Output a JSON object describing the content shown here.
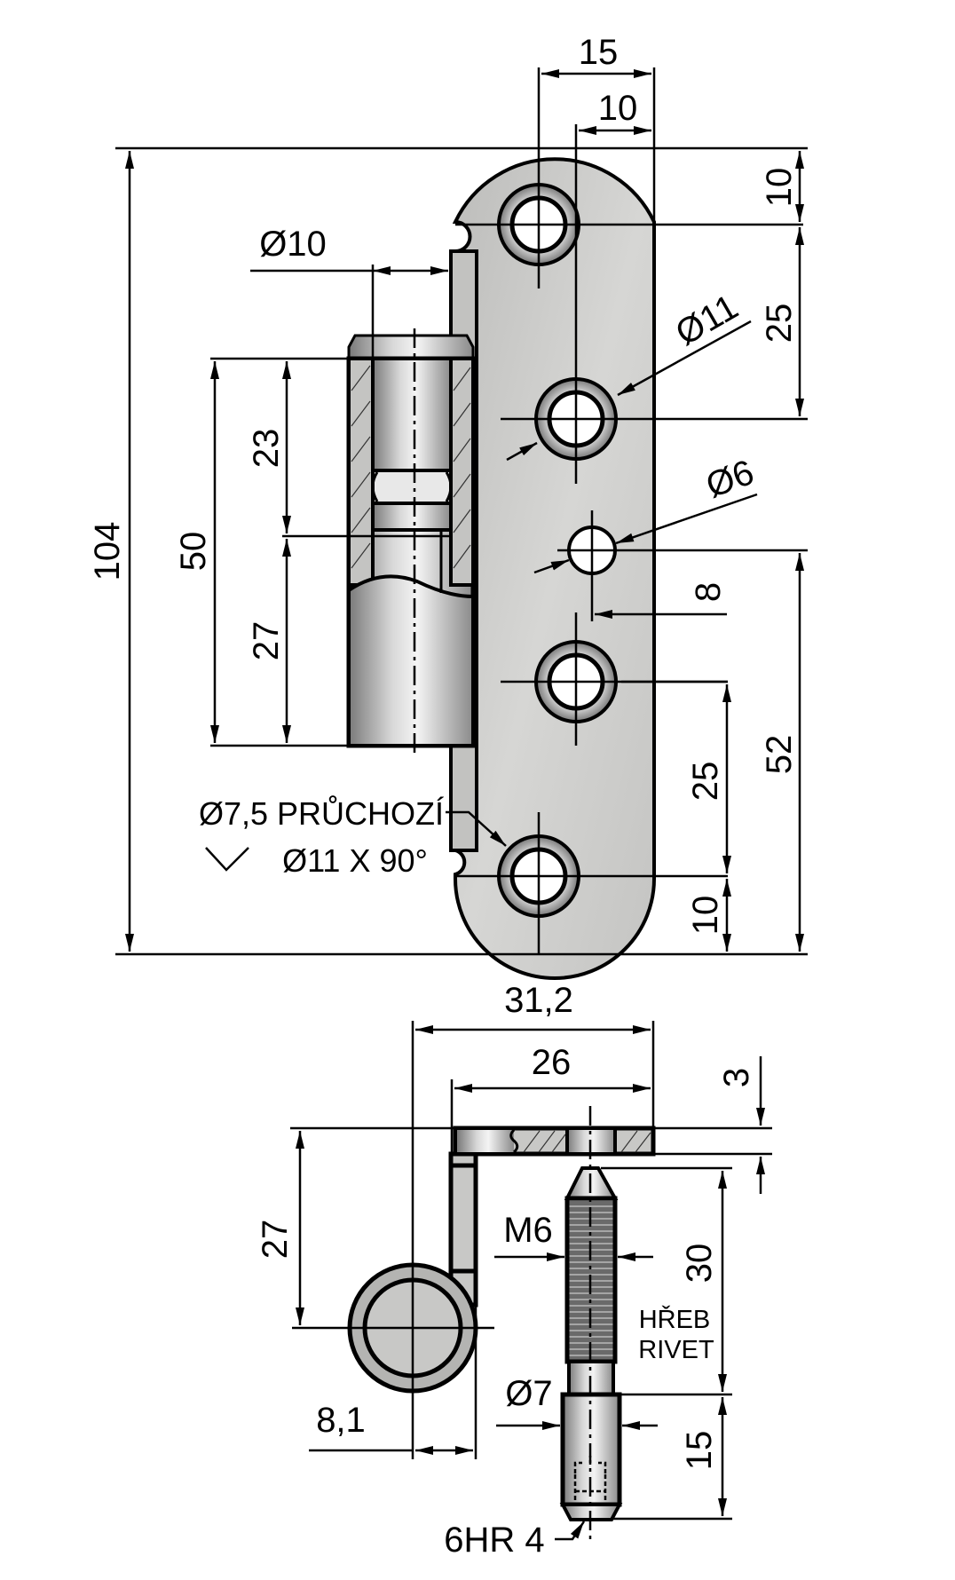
{
  "top_view": {
    "dims": {
      "overall_height": "104",
      "barrel_length": "50",
      "upper_part": "23",
      "lower_part": "27",
      "pin_diameter": "Ø10",
      "width_15": "15",
      "width_10": "10",
      "top_edge_10": "10",
      "hole_pitch_top": "25",
      "hole_diameter": "Ø11",
      "small_hole": "Ø6",
      "small_offset": "8",
      "hole_pitch_bottom": "25",
      "bottom_edge_10": "10",
      "height_52": "52"
    },
    "note_hole": "Ø7,5 PRŮCHOZÍ",
    "note_countersink": "Ø11 X 90°"
  },
  "side_view": {
    "dims": {
      "overall_width": "31,2",
      "plate_width": "26",
      "thickness": "3",
      "height_27": "27",
      "offset": "8,1",
      "thread": "M6",
      "thread_length": "30",
      "shank_diameter": "Ø7",
      "shank_length": "15"
    },
    "rivet_label_cz": "HŘEB",
    "rivet_label_en": "RIVET",
    "hex_note": "6HR 4"
  },
  "colors": {
    "metal": "#c8c8c6",
    "line": "#000000"
  }
}
